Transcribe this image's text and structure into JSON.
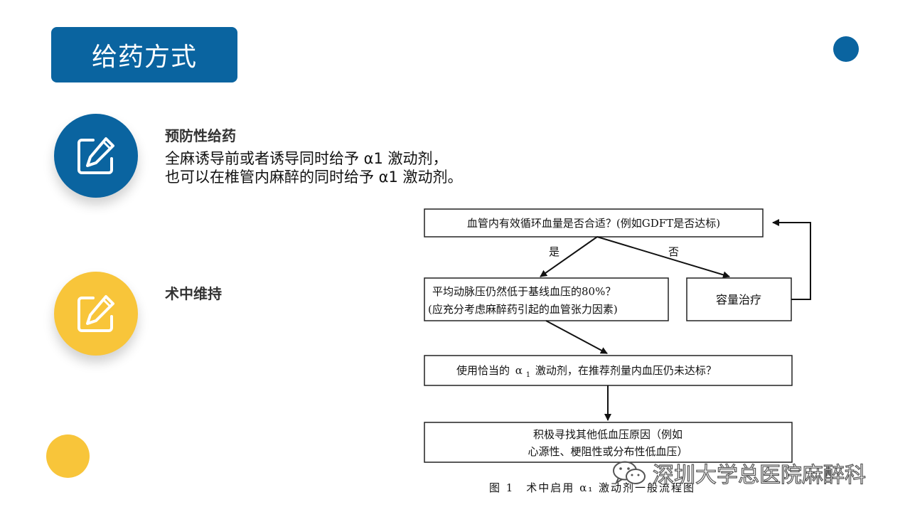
{
  "slide": {
    "title": "给药方式"
  },
  "sections": [
    {
      "heading": "预防性给药",
      "body_lines": [
        "全麻诱导前或者诱导同时给予 α1 激动剂，",
        "也可以在椎管内麻醉的同时给予 α1 激动剂。"
      ],
      "icon": "edit-icon",
      "color": "#0a64a0"
    },
    {
      "heading": "术中维持",
      "icon": "edit-icon",
      "color": "#f8c53a"
    }
  ],
  "flowchart": {
    "box_top": "血管内有效循环血量是否合适？(例如GDFT是否达标)",
    "label_yes": "是",
    "label_no": "否",
    "box_map_line1": "平均动脉压仍然低于基线血压的80%？",
    "box_map_line2": "(应充分考虑麻醉药引起的血管张力因素)",
    "box_volume": "容量治疗",
    "box_agonist_prefix": "使用恰当的",
    "box_agonist_symbol": "α",
    "box_agonist_sub": "1",
    "box_agonist_suffix": "激动剂，在推荐剂量内血压仍未达标？",
    "box_other_line1": "积极寻找其他低血压原因（例如",
    "box_other_line2": "心源性、梗阻性或分布性低血压）",
    "caption": "图 1　术中启用 α₁ 激动剂一般流程图"
  },
  "watermark": {
    "text": "深圳大学总医院麻醉科",
    "icon": "wechat-icon"
  },
  "colors": {
    "primary_blue": "#0a64a0",
    "accent_yellow": "#f8c53a"
  }
}
